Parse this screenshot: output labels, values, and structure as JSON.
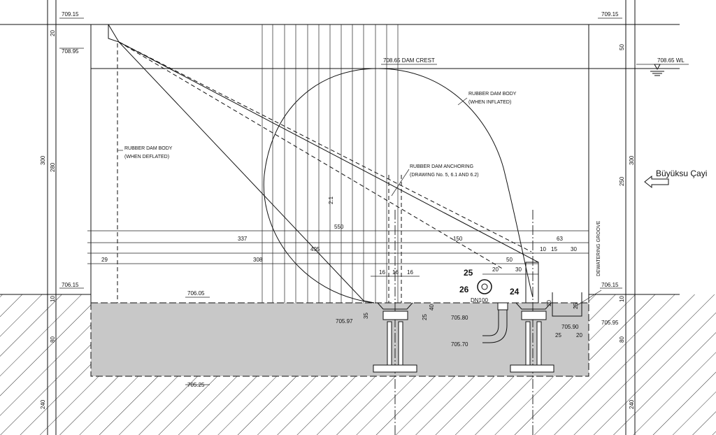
{
  "elevations": {
    "top_left": "709.15",
    "top_right": "709.15",
    "left_inner": "708.95",
    "crest": "708.65 DAM CREST",
    "water_level": "708.65 WL",
    "ground_left": "706.15",
    "ground_right": "706.15",
    "sill": "706.05",
    "anchor_left": "705.97",
    "pipe_top": "705.80",
    "pipe_bottom": "705.70",
    "groove_bottom": "705.90",
    "right_step": "705.95",
    "foundation_bottom": "705.25"
  },
  "labels": {
    "rubber_inflated_1": "RUBBER DAM BODY",
    "rubber_inflated_2": "(WHEN INFLATED)",
    "rubber_deflated_1": "RUBBER DAM BODY",
    "rubber_deflated_2": "(WHEN DEFLATED)",
    "anchoring_1": "RUBBER DAM ANCHORING",
    "anchoring_2": "(DRAWING No. 5, 6.1 AND 6.2)",
    "dewatering": "DEWATERING GROOVE",
    "pipe": "DN100",
    "slope": "2:1",
    "river": "Büyüksu Çayi"
  },
  "callouts": {
    "c25": "25",
    "c26": "26",
    "c24": "24"
  },
  "dims": {
    "left_20": "20",
    "left_300": "300",
    "left_280": "280",
    "left_10": "10",
    "left_80": "80",
    "left_240": "240",
    "right_50": "50",
    "right_300": "300",
    "right_250": "250",
    "right_10": "10",
    "right_80": "80",
    "right_240": "240",
    "h_550": "550",
    "h_337": "337",
    "h_150": "150",
    "h_63": "63",
    "h_495": "495",
    "h_29": "29",
    "h_308": "308",
    "h_10": "10",
    "h_15": "15",
    "h_30a": "30",
    "h_50": "50",
    "h_20a": "20",
    "h_30b": "30",
    "h_16a": "16",
    "h_16b": "16",
    "h_16c": "16",
    "anc_35": "35",
    "anc_40": "40",
    "anc_25": "25",
    "g_20": "20",
    "g_25": "25",
    "g_25b": "25",
    "g_20b": "20"
  }
}
